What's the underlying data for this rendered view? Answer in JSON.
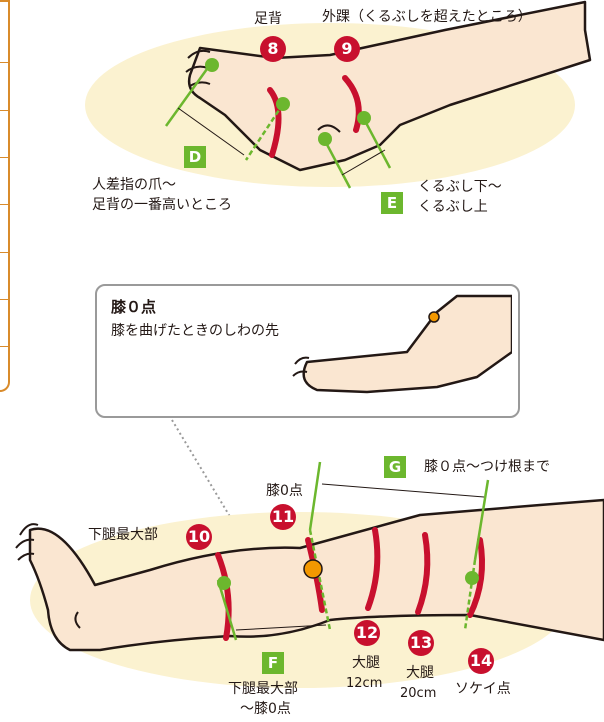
{
  "colors": {
    "accent_red": "#c8102e",
    "accent_green": "#6cb72e",
    "skin": "#fae6d1",
    "outline": "#231815",
    "ellipse": "#fbf2d0",
    "knee_point": "#f39800",
    "frame": "#d98b2b",
    "callout_border": "#9a9a9a"
  },
  "top": {
    "p8": {
      "num": "8",
      "label": "足背"
    },
    "p9": {
      "num": "9",
      "label": "外踝（くるぶしを超えたところ）"
    },
    "D": {
      "letter": "D",
      "line1": "人差指の爪〜",
      "line2": "足背の一番高いところ"
    },
    "E": {
      "letter": "E",
      "line1": "くるぶし下〜",
      "line2": "くるぶし上"
    }
  },
  "callout": {
    "title": "膝０点",
    "text": "膝を曲げたときのしわの先"
  },
  "bottom": {
    "p10": {
      "num": "10",
      "label": "下腿最大部"
    },
    "p11": {
      "num": "11",
      "label": "膝0点"
    },
    "p12": {
      "num": "12",
      "label": "大腿",
      "sub": "12cm"
    },
    "p13": {
      "num": "13",
      "label": "大腿",
      "sub": "20cm"
    },
    "p14": {
      "num": "14",
      "label": "ソケイ点"
    },
    "G": {
      "letter": "G",
      "label": "膝０点〜つけ根まで"
    },
    "F": {
      "letter": "F",
      "line1": "下腿最大部",
      "line2": "〜膝0点"
    }
  }
}
